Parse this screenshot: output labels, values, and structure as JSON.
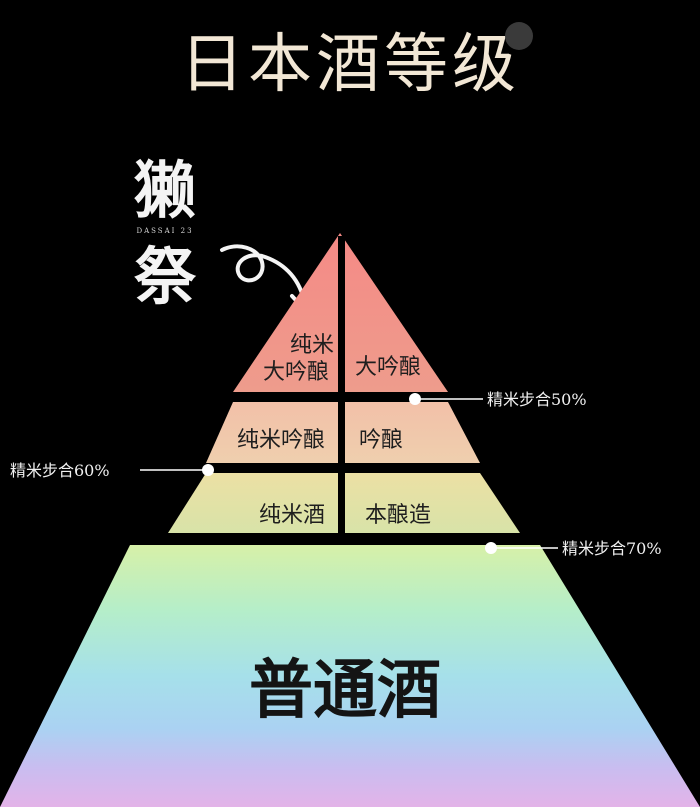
{
  "title": "日本酒等级",
  "brand": {
    "logo_text_1": "獭",
    "logo_text_2": "祭",
    "sub": "DASSAI 23"
  },
  "tiers": {
    "top_left_line1": "纯米",
    "top_left_line2": "大吟酿",
    "top_right": "大吟酿",
    "mid_left": "纯米吟酿",
    "mid_right": "吟酿",
    "low_left": "纯米酒",
    "low_right": "本酿造",
    "base": "普通酒"
  },
  "callouts": {
    "polish_50": "精米步合50%",
    "polish_60": "精米步合60%",
    "polish_70": "精米步合70%"
  },
  "colors": {
    "background": "#000000",
    "title": "#f2e7d5",
    "top_tier": "#ee8f84",
    "mid_tier": "#f0c2a8",
    "low_tier": "#dfe0a5"
  }
}
